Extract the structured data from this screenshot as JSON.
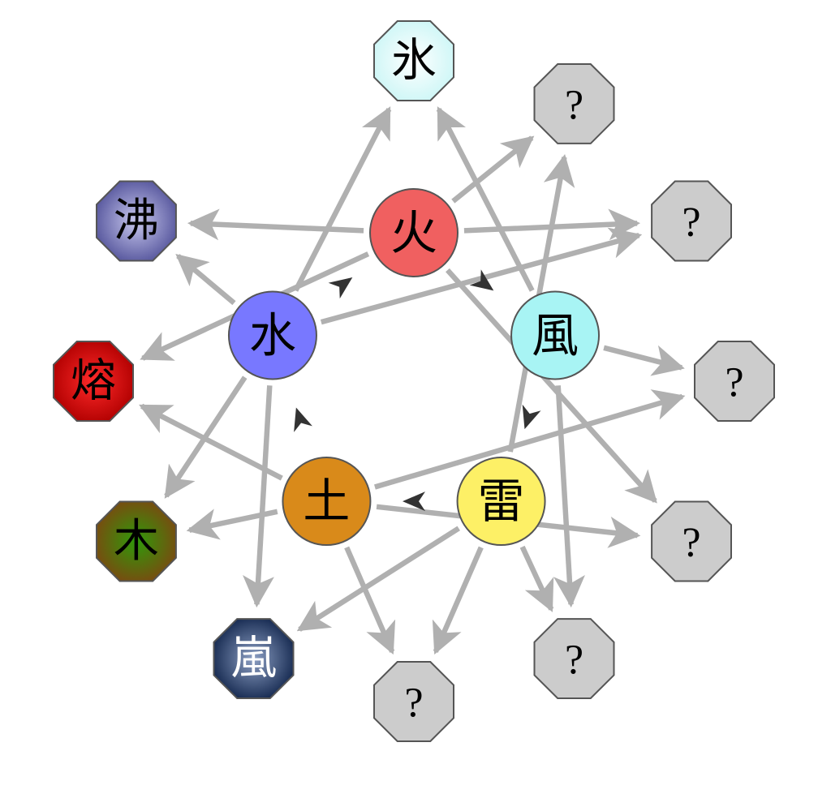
{
  "diagram": {
    "colors": {
      "arrow": "#b0b0b0",
      "cycle_arrow": "#333333",
      "outline": "#555555",
      "unknown_fill": "#cccccc"
    },
    "basic_elements": [
      {
        "key": "fire",
        "label": "火",
        "color": "#f06060"
      },
      {
        "key": "wind",
        "label": "風",
        "color": "#a8f4f4"
      },
      {
        "key": "lightning",
        "label": "雷",
        "color": "#fdf066"
      },
      {
        "key": "earth",
        "label": "土",
        "color": "#d98a1a"
      },
      {
        "key": "water",
        "label": "水",
        "color": "#7878ff"
      }
    ],
    "combined_elements": [
      {
        "key": "ice",
        "label": "氷",
        "from": [
          "wind",
          "water"
        ],
        "fill_inner": "#ffffff",
        "fill_outer": "#cdf6f6",
        "text_color": "#000000"
      },
      {
        "key": "unknown-1",
        "label": "?",
        "from": [
          "fire",
          "lightning"
        ],
        "fill_inner": "#cccccc",
        "fill_outer": "#cccccc",
        "text_color": "#000000"
      },
      {
        "key": "unknown-2",
        "label": "?",
        "from": [
          "fire",
          "water"
        ],
        "fill_inner": "#cccccc",
        "fill_outer": "#cccccc",
        "text_color": "#000000"
      },
      {
        "key": "unknown-3",
        "label": "?",
        "from": [
          "wind",
          "earth"
        ],
        "fill_inner": "#cccccc",
        "fill_outer": "#cccccc",
        "text_color": "#000000"
      },
      {
        "key": "unknown-4",
        "label": "?",
        "from": [
          "fire",
          "earth"
        ],
        "fill_inner": "#cccccc",
        "fill_outer": "#cccccc",
        "text_color": "#000000"
      },
      {
        "key": "unknown-5",
        "label": "?",
        "from": [
          "wind",
          "lightning"
        ],
        "fill_inner": "#cccccc",
        "fill_outer": "#cccccc",
        "text_color": "#000000"
      },
      {
        "key": "unknown-6",
        "label": "?",
        "from": [
          "lightning",
          "earth"
        ],
        "fill_inner": "#cccccc",
        "fill_outer": "#cccccc",
        "text_color": "#000000"
      },
      {
        "key": "storm",
        "label": "嵐",
        "from": [
          "lightning",
          "water"
        ],
        "fill_inner": "#8da0c4",
        "fill_outer": "#14284f",
        "text_color": "#ffffff"
      },
      {
        "key": "wood",
        "label": "木",
        "from": [
          "earth",
          "water"
        ],
        "fill_inner": "#2f9a0a",
        "fill_outer": "#7a4a10",
        "text_color": "#000000"
      },
      {
        "key": "lava",
        "label": "熔",
        "from": [
          "fire",
          "earth"
        ],
        "fill_inner": "#ff2a2a",
        "fill_outer": "#b00000",
        "text_color": "#000000"
      },
      {
        "key": "boil",
        "label": "沸",
        "from": [
          "fire",
          "water"
        ],
        "fill_inner": "#c8c8ee",
        "fill_outer": "#55559c",
        "text_color": "#000000"
      }
    ],
    "cycle": [
      "fire",
      "wind",
      "lightning",
      "earth",
      "water"
    ]
  }
}
